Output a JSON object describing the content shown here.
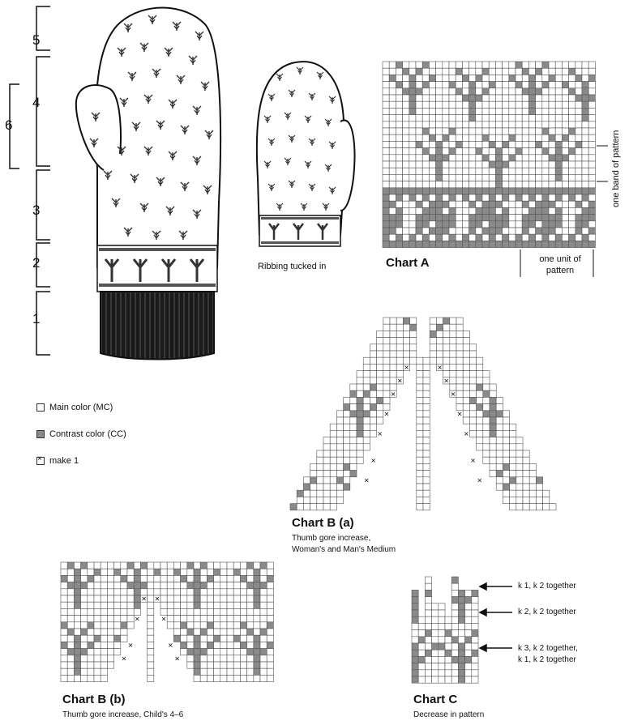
{
  "size_labels": [
    "5",
    "4",
    "6",
    "3",
    "2",
    "1"
  ],
  "ribbing_label": "Ribbing tucked in",
  "chart_a": {
    "title": "Chart A",
    "band_label": "one band of pattern",
    "unit_label": "one unit of pattern"
  },
  "legend": {
    "mc": "Main color (MC)",
    "cc": "Contrast color (CC)",
    "m1": "make 1"
  },
  "chart_b_a": {
    "title": "Chart B (a)",
    "subtitle_1": "Thumb gore increase,",
    "subtitle_2": "Woman's and Man's Medium"
  },
  "chart_b_b": {
    "title": "Chart B (b)",
    "subtitle": "Thumb gore increase, Child's 4–6"
  },
  "chart_c": {
    "title": "Chart C",
    "subtitle": "Decrease in pattern",
    "notes": [
      "k 1, k 2 together",
      "k 2, k 2 together",
      "k 3, k 2 together,",
      "k 1, k 2 together"
    ]
  },
  "colors": {
    "cc": "#8a8a8a",
    "grid": "#555555",
    "cuff": "#222222"
  }
}
